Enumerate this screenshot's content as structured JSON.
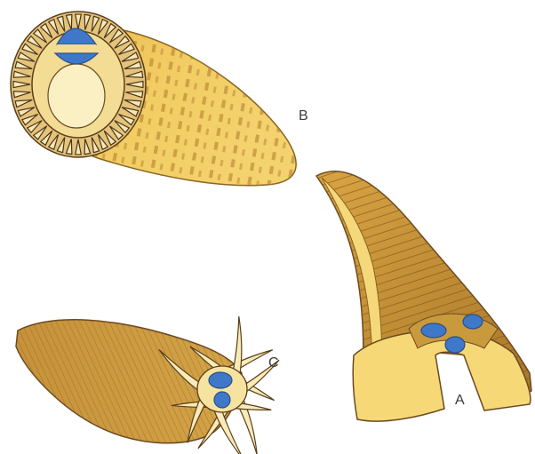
{
  "labels": {
    "a": "A",
    "b": "B",
    "c": "C"
  },
  "colors": {
    "tissue": "#f0c85a",
    "tissue_light": "#f7e4a4",
    "tissue_dark": "#c8962f",
    "stripe": "#a06a24",
    "nerve_blue": "#3f78c8",
    "outline": "#6b4a22"
  },
  "icons": {
    "specimen_a": "conical-tooth-cross-section",
    "specimen_b": "cylindrical-tooth-cross-section",
    "specimen_c": "curved-tooth-cross-section"
  }
}
